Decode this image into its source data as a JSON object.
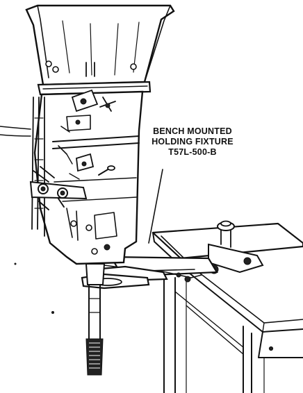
{
  "callout": {
    "line1": "BENCH MOUNTED",
    "line2": "HOLDING FIXTURE",
    "line3": "T57L-500-B"
  },
  "colors": {
    "ink": "#111111",
    "paper": "#ffffff"
  }
}
